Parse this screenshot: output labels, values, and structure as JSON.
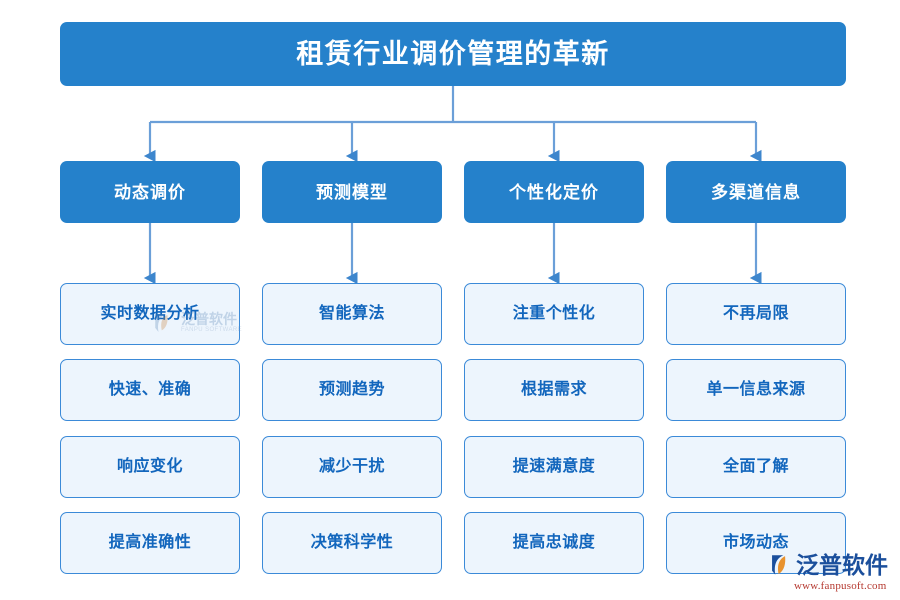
{
  "diagram": {
    "type": "tree-flowchart",
    "root": {
      "title": "租赁行业调价管理的革新"
    },
    "colors": {
      "node_blue": "#2581CB",
      "leaf_fill": "#edf5fd",
      "leaf_border": "#3b8ad8",
      "leaf_text": "#1266bd",
      "connector": "#6b9fd8",
      "background": "#ffffff"
    },
    "branches": [
      {
        "label": "动态调价",
        "leaves": [
          "实时数据分析",
          "快速、准确",
          "响应变化",
          "提高准确性"
        ]
      },
      {
        "label": "预测模型",
        "leaves": [
          "智能算法",
          "预测趋势",
          "减少干扰",
          "决策科学性"
        ]
      },
      {
        "label": "个性化定价",
        "leaves": [
          "注重个性化",
          "根据需求",
          "提速满意度",
          "提高忠诚度"
        ]
      },
      {
        "label": "多渠道信息",
        "leaves": [
          "不再局限",
          "单一信息来源",
          "全面了解",
          "市场动态"
        ]
      }
    ]
  },
  "watermark": {
    "faint": {
      "cn": "泛普软件",
      "en": "FANPU SOFTWARE"
    },
    "logo": {
      "cn": "泛普软件",
      "url": "www.fanpusoft.com"
    }
  }
}
